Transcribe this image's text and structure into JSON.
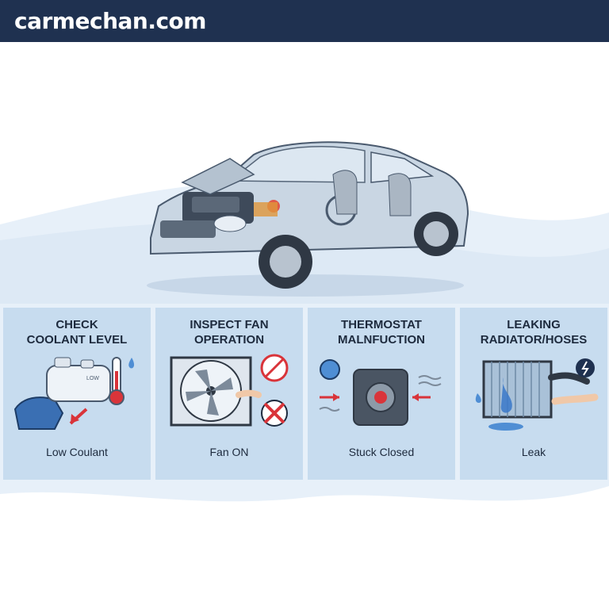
{
  "header": {
    "site_name": "carmechan.com"
  },
  "icons": {
    "car": "car-cutaway-illustration",
    "coolant": "coolant-reservoir-icon",
    "thermometer": "thermometer-icon",
    "fan": "radiator-fan-icon",
    "thermostat": "thermostat-valve-icon",
    "radiator": "leaking-radiator-icon"
  },
  "colors": {
    "header_bg": "#1f3150",
    "card_bg": "#c7dcef",
    "accent_red": "#d9343a",
    "water_blue": "#4f8ed4"
  },
  "cards": [
    {
      "title_line1": "CHECK",
      "title_line2": "COOLANT LEVEL",
      "reservoir_label": "LOW",
      "caption": "Low Coulant"
    },
    {
      "title_line1": "INSPECT FAN",
      "title_line2": "OPERATION",
      "caption": "Fan ON"
    },
    {
      "title_line1": "THERMOSTAT",
      "title_line2": "MALNFUCTION",
      "caption": "Stuck Closed"
    },
    {
      "title_line1": "LEAKING",
      "title_line2": "RADIATOR/HOSES",
      "caption": "Leak"
    }
  ]
}
